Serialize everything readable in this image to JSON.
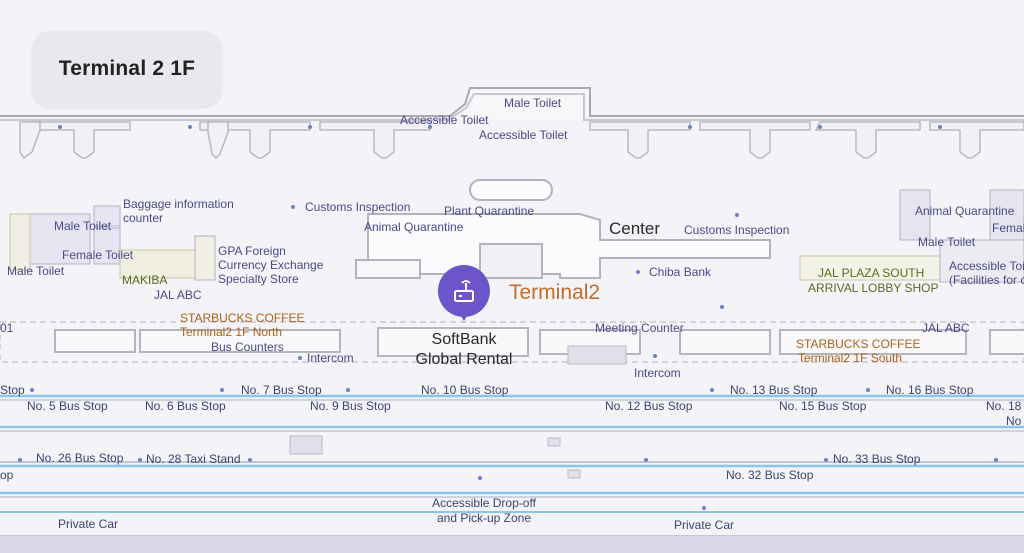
{
  "floor": {
    "label": "Terminal 2 1F"
  },
  "selected": {
    "place": "Terminal2",
    "poi_line1": "SoftBank",
    "poi_line2": "Global Rental",
    "icon": "router-icon"
  },
  "colors": {
    "background": "#f4f3f8",
    "pin": "#6b55c9",
    "building_outline": "#a8a8b0",
    "road_edge": "#8cc8e8",
    "place_label": "#c26d2b",
    "facility_label": "#4a4a86",
    "shop_label": "#5a6a1e",
    "coffee_label": "#a8641a"
  },
  "facilities": {
    "male_toilet_top": "Male Toilet",
    "accessible_toilet_top_a": "Accessible Toilet",
    "accessible_toilet_top_b": "Accessible Toilet",
    "baggage_info_1": "Baggage information",
    "baggage_info_2": "counter",
    "male_toilet_left": "Male Toilet",
    "female_toilet_left": "Female Toilet",
    "male_toilet_far_left": "Male Toilet",
    "customs_inspection_left": "Customs Inspection",
    "plant_quarantine": "Plant Quarantine",
    "animal_quarantine_left": "Animal Quarantine",
    "center": "Center",
    "customs_inspection_right": "Customs Inspection",
    "animal_quarantine_right": "Animal Quarantine",
    "female_right": "Femal",
    "male_toilet_right": "Male Toilet",
    "accessible_toilet_right_1": "Accessible Toi",
    "accessible_toilet_right_2": "(Facilities for c",
    "chiba_bank": "Chiba Bank",
    "meeting_counter": "Meeting Counter",
    "intercom_left": "Intercom",
    "intercom_right": "Intercom",
    "bus_counters": "Bus Counters",
    "left_edge_num": "01"
  },
  "shops": {
    "gpa_1": "GPA Foreign",
    "gpa_2": "Currency Exchange",
    "gpa_3": "Specialty Store",
    "makiba": "MAKIBA",
    "jal_abc_left": "JAL ABC",
    "starbucks_north_1": "STARBUCKS COFFEE",
    "starbucks_north_2": "Terminal2 1F North",
    "jal_plaza_1": "JAL PLAZA SOUTH",
    "jal_plaza_2": "ARRIVAL LOBBY SHOP",
    "jal_abc_right": "JAL ABC",
    "starbucks_south_1": "STARBUCKS COFFEE",
    "starbucks_south_2": "Terminal2 1F South"
  },
  "stops": {
    "stop_left_edge": "Stop",
    "no7": "No. 7 Bus Stop",
    "no10": "No. 10 Bus Stop",
    "no13": "No. 13 Bus Stop",
    "no16": "No. 16 Bus Stop",
    "no5": "No. 5 Bus Stop",
    "no6": "No. 6 Bus Stop",
    "no9": "No. 9 Bus Stop",
    "no12": "No. 12 Bus Stop",
    "no15": "No. 15 Bus Stop",
    "no18_1": "No. 18",
    "no18_2": "No",
    "no26": "No. 26 Bus Stop",
    "no28": "No. 28 Taxi Stand",
    "no32": "No. 32 Bus Stop",
    "no33": "No. 33 Bus Stop",
    "op_left": "op",
    "dropoff_1": "Accessible Drop-off",
    "dropoff_2": "and Pick-up Zone",
    "private_car_left": "Private Car",
    "private_car_right": "Private Car"
  }
}
